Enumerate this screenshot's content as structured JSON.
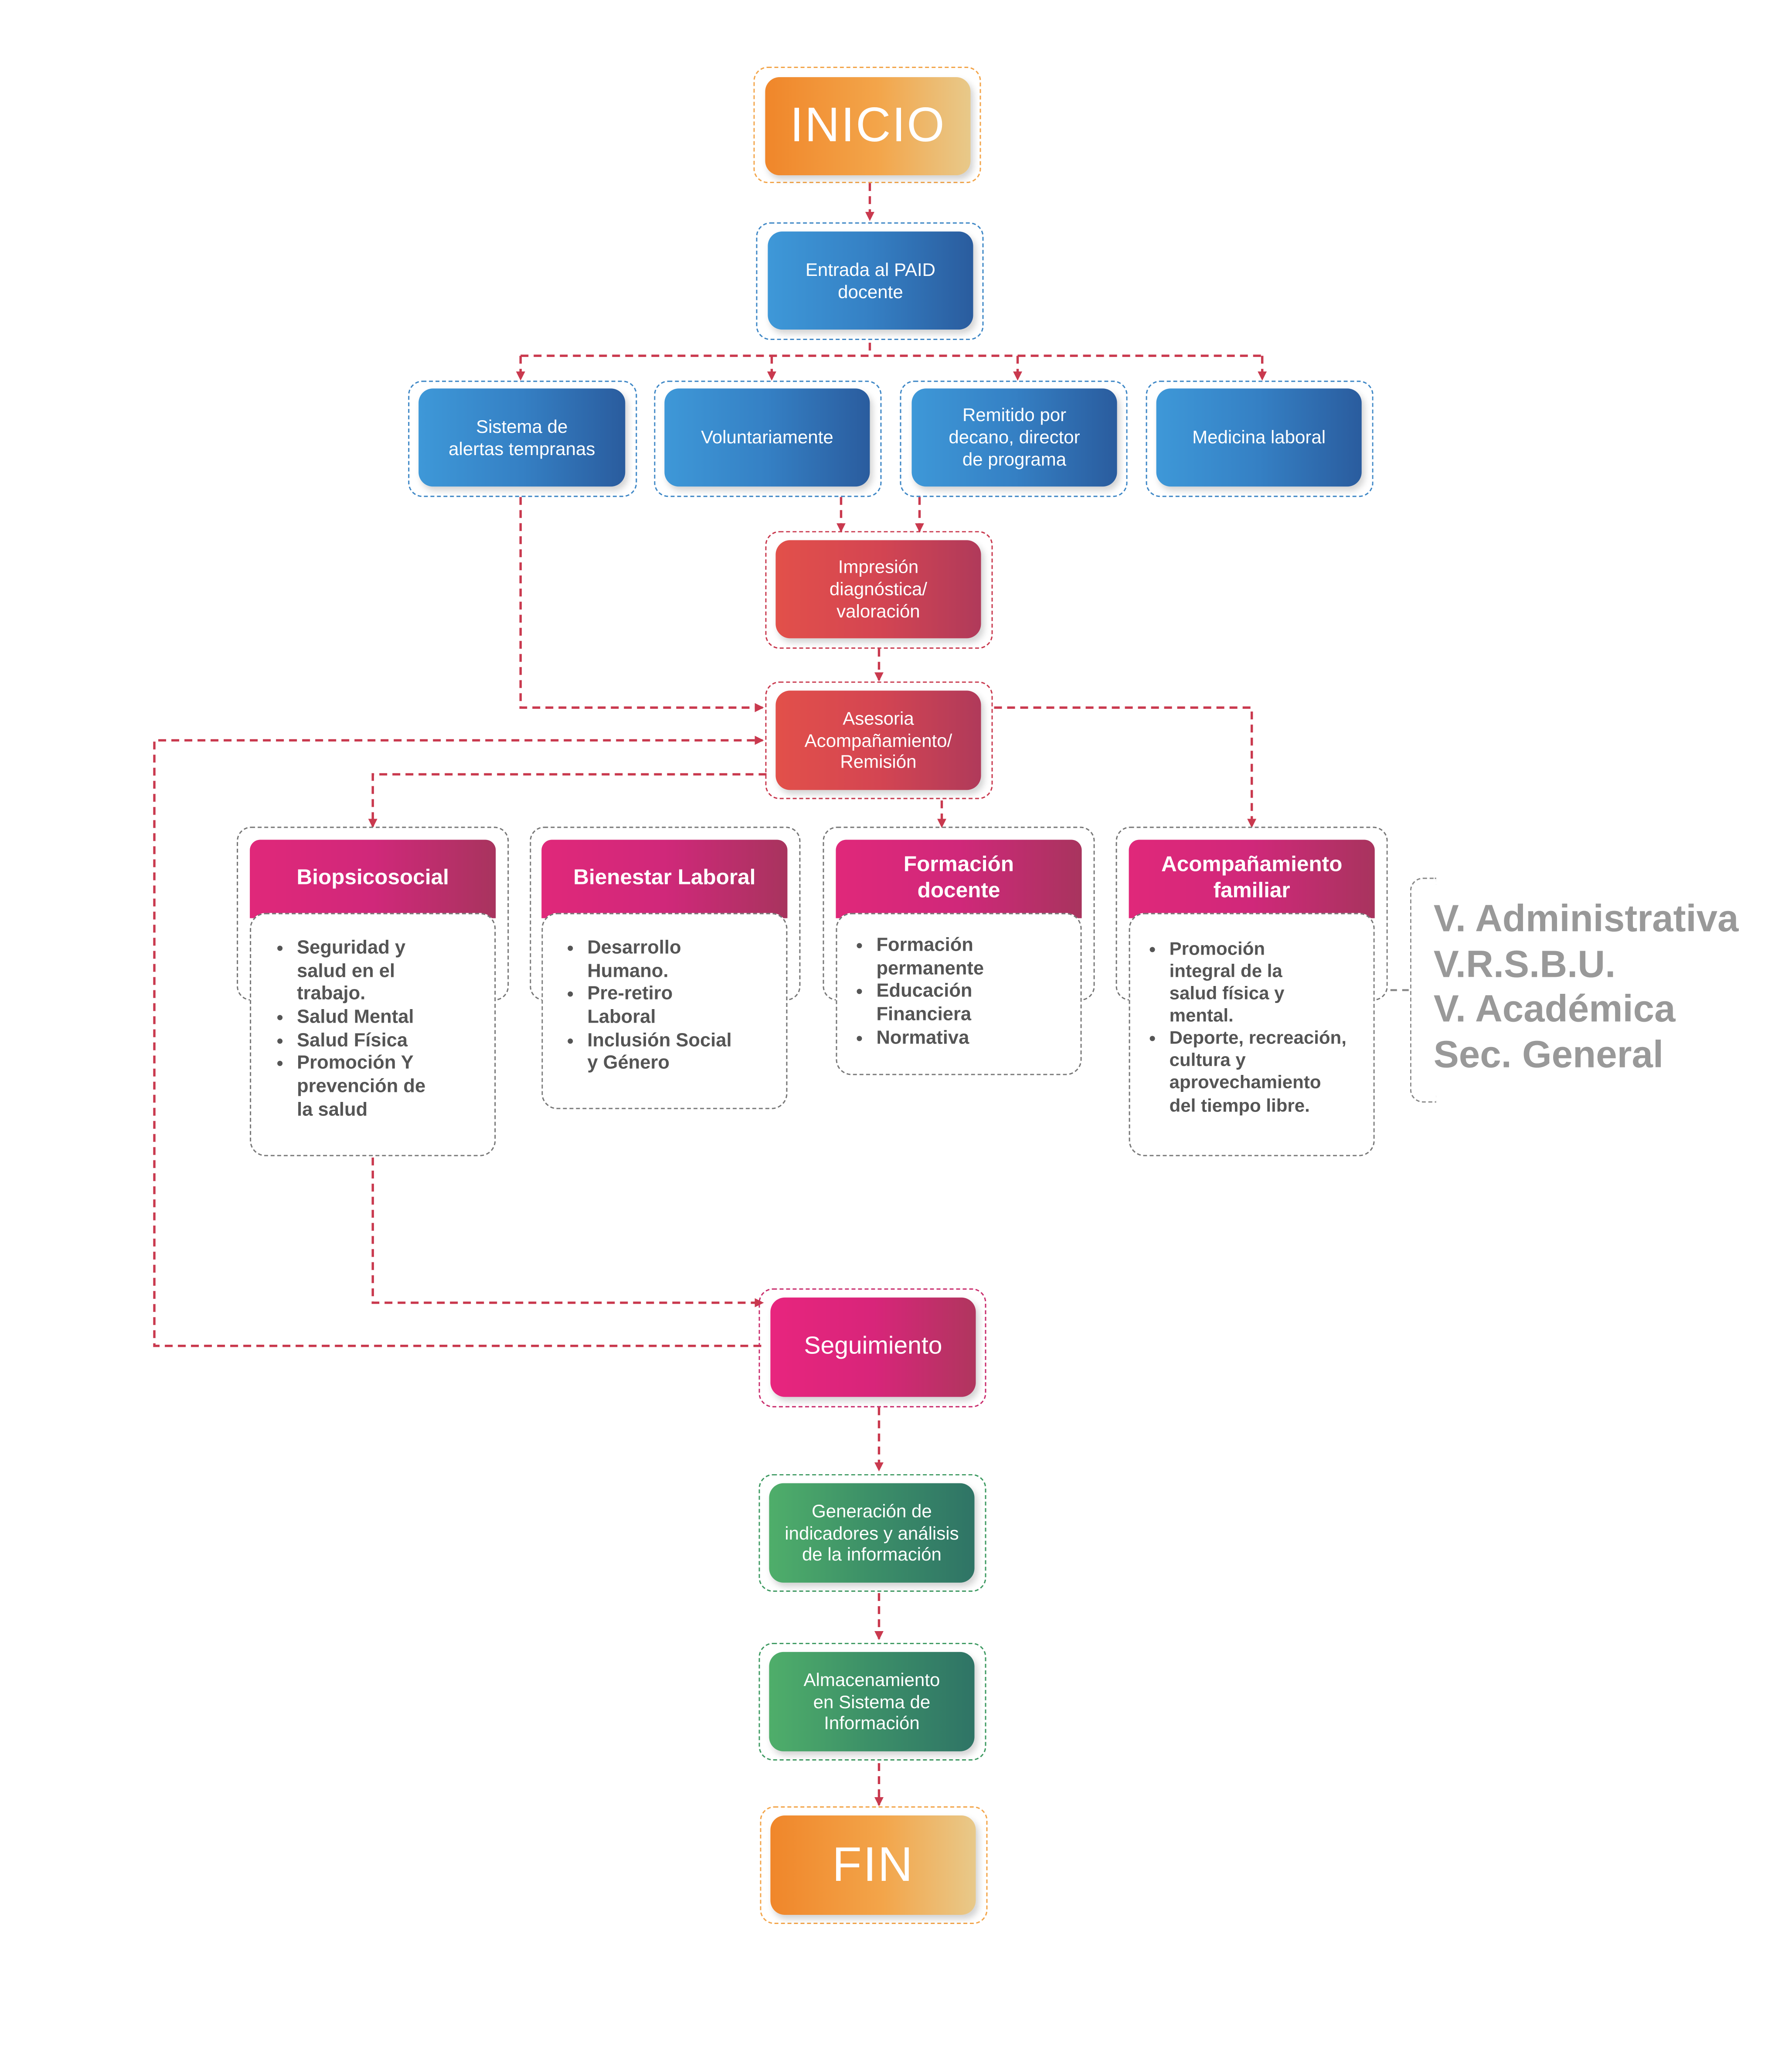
{
  "start": "INICIO",
  "entry": "Entrada al PAID\ndocente",
  "sources": [
    "Sistema de\nalertas tempranas",
    "Voluntariamente",
    "Remitido por\ndecano, director\nde programa",
    "Medicina laboral"
  ],
  "diagnosis": "Impresión\ndiagnóstica/\nvaloración",
  "advice": "Asesoria\nAcompañamiento/\nRemisión",
  "categories": [
    {
      "title": "Biopsicosocial",
      "items": [
        "Seguridad y\nsalud en el\ntrabajo.",
        "Salud Mental",
        "Salud Física",
        "Promoción Y\nprevención de\nla salud"
      ]
    },
    {
      "title": "Bienestar Laboral",
      "items": [
        "Desarrollo\nHumano.",
        "Pre-retiro\nLaboral",
        "Inclusión Social\ny Género"
      ]
    },
    {
      "title": "Formación\ndocente",
      "items": [
        "Formación\npermanente",
        "Educación\nFinanciera",
        "Normativa"
      ]
    },
    {
      "title": "Acompañamiento\nfamiliar",
      "items": [
        "Promoción\nintegral de la\nsalud física y\nmental.",
        "Deporte, recreación,\ncultura y\naprovechamiento\ndel tiempo libre."
      ]
    }
  ],
  "side_units": [
    "V. Administrativa",
    "V.R.S.B.U.",
    "V. Académica",
    "Sec. General"
  ],
  "follow_up": "Seguimiento",
  "indicators": "Generación de\nindicadores y análisis\nde la información",
  "storage": "Almacenamiento\nen Sistema de\nInformación",
  "end": "FIN",
  "colors": {
    "start_end": "#f0862a",
    "entry_sources": "#3580c4",
    "diagnosis_advice": "#d44552",
    "categories_followup": "#e8257e",
    "data_steps": "#3c8f68",
    "connector": "#c9394e",
    "side_text": "#999999"
  }
}
